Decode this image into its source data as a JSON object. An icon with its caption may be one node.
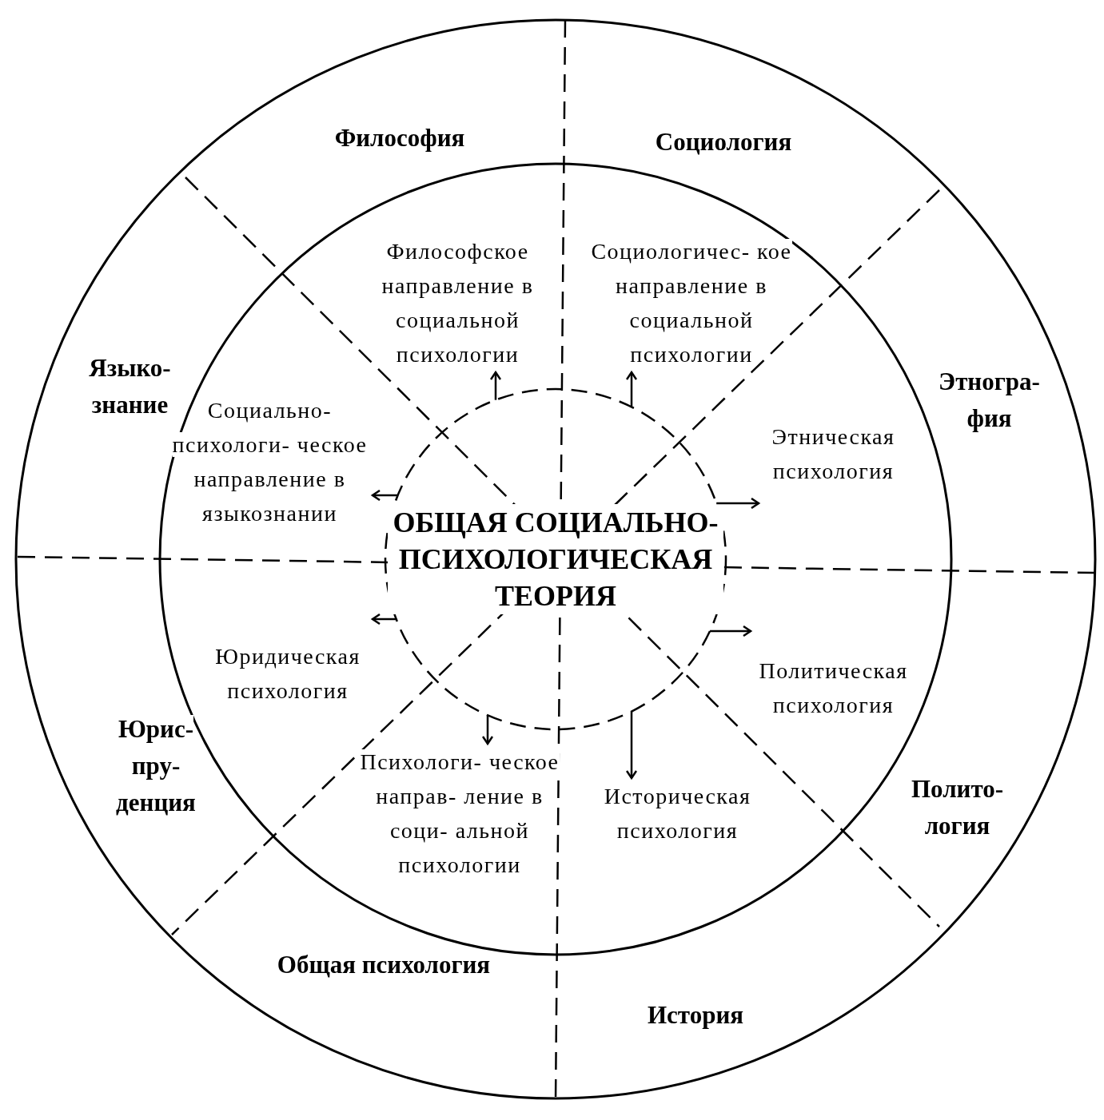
{
  "diagram": {
    "nodes": [
      {
        "text": [
          "Философия"
        ]
      },
      {
        "text": [
          "Социология"
        ]
      },
      {
        "text": [
          "Языко- знание"
        ]
      },
      {
        "text": [
          "Этногра- фия"
        ]
      },
      {
        "text": [
          "Юрис- пру- денция"
        ]
      },
      {
        "text": [
          "Полито- логия"
        ]
      },
      {
        "text": [
          "Общая психология"
        ]
      },
      {
        "text": [
          "История"
        ]
      },
      {
        "text": [
          "Философское направление в социальной психологии"
        ]
      },
      {
        "text": [
          "Социологичес- кое направление в социальной психологии"
        ]
      },
      {
        "text": [
          "Социально- психологи- ческое направление в языкознании"
        ]
      },
      {
        "text": [
          "Этническая психология"
        ]
      },
      {
        "text": [
          "Юридическая психология"
        ]
      },
      {
        "text": [
          "Политическая психология"
        ]
      },
      {
        "text": [
          "Психологи- ческое направ- ление в соци- альной психологии"
        ]
      },
      {
        "text": [
          "Историческая психология"
        ]
      },
      {
        "text": [
          "ОБЩАЯ СОЦИАЛЬНО- ПСИХОЛОГИЧЕСКАЯ ТЕОРИЯ"
        ]
      }
    ],
    "edges": [
      {
        "from": 16,
        "to": 8,
        "arrow": "to"
      },
      {
        "from": 16,
        "to": 9,
        "arrow": "to"
      },
      {
        "from": 16,
        "to": 10,
        "arrow": "to"
      },
      {
        "from": 16,
        "to": 11,
        "arrow": "to"
      },
      {
        "from": 16,
        "to": 12,
        "arrow": "to"
      },
      {
        "from": 16,
        "to": 13,
        "arrow": "to"
      },
      {
        "from": 16,
        "to": 14,
        "arrow": "to"
      },
      {
        "from": 16,
        "to": 15,
        "arrow": "to"
      }
    ]
  }
}
